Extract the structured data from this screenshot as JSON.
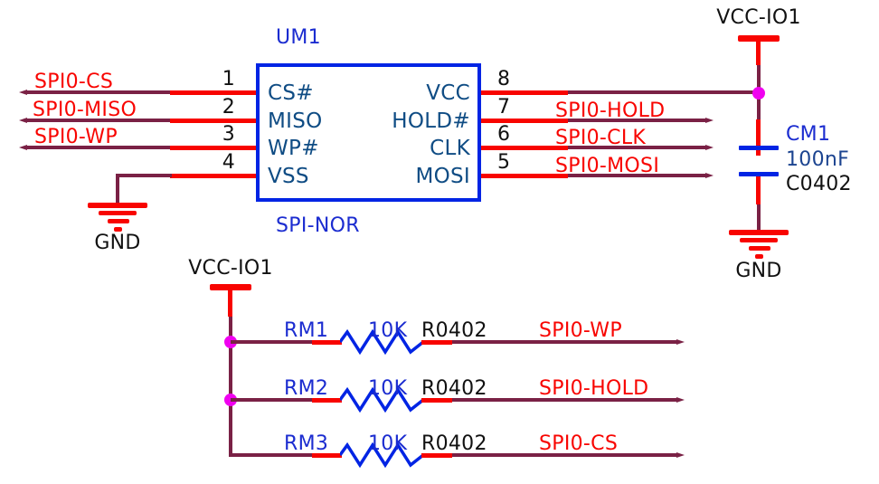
{
  "colors": {
    "wire": "#7a2145",
    "pin_red": "#f80400",
    "net_label": "#f80400",
    "component_blue": "#0024e4",
    "designator_blue": "#1b2cd0",
    "pin_name_navy": "#0f4c84",
    "value_navy": "#1c4490",
    "junction": "#f000f0",
    "text_black": "#111111"
  },
  "power": {
    "vcc_label": "VCC-IO1",
    "gnd_label": "GND"
  },
  "chip": {
    "designator": "UM1",
    "part_label": "SPI-NOR",
    "left_pins": [
      {
        "number": "1",
        "name": "CS#",
        "net": "SPI0-CS"
      },
      {
        "number": "2",
        "name": "MISO",
        "net": "SPI0-MISO"
      },
      {
        "number": "3",
        "name": "WP#",
        "net": "SPI0-WP"
      },
      {
        "number": "4",
        "name": "VSS",
        "net": ""
      }
    ],
    "right_pins": [
      {
        "number": "8",
        "name": "VCC",
        "net": ""
      },
      {
        "number": "7",
        "name": "HOLD#",
        "net": "SPI0-HOLD"
      },
      {
        "number": "6",
        "name": "CLK",
        "net": "SPI0-CLK"
      },
      {
        "number": "5",
        "name": "MOSI",
        "net": "SPI0-MOSI"
      }
    ]
  },
  "decoupling_cap": {
    "designator": "CM1",
    "value": "100nF",
    "footprint": "C0402",
    "power_net": "VCC-IO1",
    "ground_net": "GND"
  },
  "pullups": {
    "power_net": "VCC-IO1",
    "rows": [
      {
        "designator": "RM1",
        "value": "10K",
        "footprint": "R0402",
        "net": "SPI0-WP"
      },
      {
        "designator": "RM2",
        "value": "10K",
        "footprint": "R0402",
        "net": "SPI0-HOLD"
      },
      {
        "designator": "RM3",
        "value": "10K",
        "footprint": "R0402",
        "net": "SPI0-CS"
      }
    ]
  }
}
